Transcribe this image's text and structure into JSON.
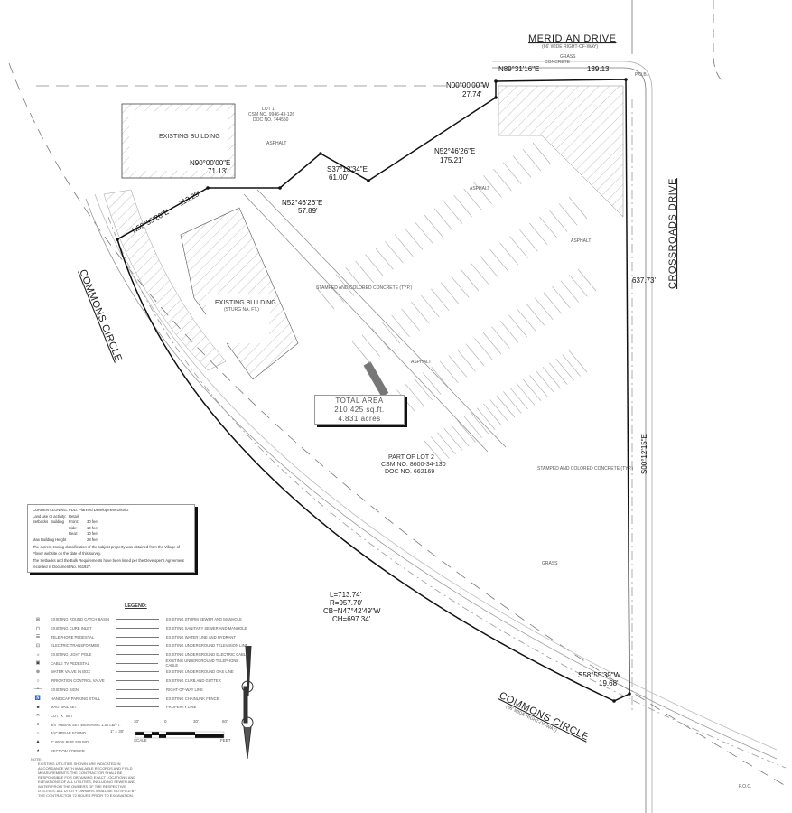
{
  "streets": {
    "meridian": "MERIDIAN DRIVE",
    "meridian_row": "(66' WIDE RIGHT-OF-WAY)",
    "commons_left": "COMMONS CIRCLE",
    "commons_bottom": "COMMONS CIRCLE",
    "commons_row": "(66' WIDE RIGHT-OF-WAY)",
    "crossroads": "CROSSROADS DRIVE"
  },
  "bearings": {
    "top": "N89°31'16\"E",
    "top_dist": "139.13'",
    "n00": "N00°00'00\"W",
    "n00_dist": "27.74'",
    "ne1": "N52°46'26\"E",
    "ne1_dist": "175.21'",
    "s37": "S37°13'34\"E",
    "s37_dist": "61.00'",
    "ne2": "N52°46'26\"E",
    "ne2_dist": "57.89'",
    "n90": "N90°00'00\"E",
    "n90_dist": "71.13'",
    "n59": "N59°35'26\"E",
    "n59_dist": "113.29'",
    "east": "S00°12'15\"E",
    "east_dist": "637.73'",
    "s58": "S58°55'39\"W",
    "s58_dist": "19.68'",
    "curve_l": "L=713.74'",
    "curve_r": "R=957.70'",
    "curve_cb": "CB=N47°42'49\"W",
    "curve_ch": "CH=697.34'"
  },
  "labels": {
    "pob": "P.O.B.",
    "poc": "P.O.C.",
    "building1": "EXISTING BUILDING",
    "building2": "EXISTING BUILDING",
    "building2_sub": "(STURG NA. FT.)",
    "lot1": "LOT 1",
    "lot1_csm": "CSM NO. 9946-43-126",
    "lot1_doc": "DOC NO. 744550",
    "lot2": "PART OF LOT 2",
    "lot2_csm": "CSM NO. 8600-34-130",
    "lot2_doc": "DOC NO. 662169",
    "asphalt": "ASPHALT",
    "concrete": "CONCRETE",
    "grass": "GRASS",
    "stamped": "STAMPED AND COLORED CONCRETE (TYP.)"
  },
  "total_area": {
    "title": "TOTAL AREA",
    "sqft": "210,425 sq.ft.",
    "acres": "4.831 acres"
  },
  "zoning": {
    "current_label": "CURRENT ZONING:",
    "current": "PDD: Planned Development District",
    "landuse_label": "Land use or activity:",
    "landuse": "Retail",
    "setbacks_label": "Setbacks",
    "building_label": "Building",
    "front_label": "Front:",
    "front": "30 feet",
    "side_label": "Side:",
    "side": "10 feet",
    "rear_label": "Rear:",
    "rear": "10 feet",
    "height_label": "Max Building Height",
    "height": "28 feet",
    "note1": "The current zoning classification of the subject property was obtained from the Village of Plover website on the date of this survey.",
    "note2": "The Setbacks and the Bulk Requirements have been listed per the Developer's Agreement recorded in Document No. 661927."
  },
  "legend": {
    "title": "LEGEND:",
    "left": [
      {
        "sym": "⊞",
        "label": "EXISTING ROUND CATCH BASIN"
      },
      {
        "sym": "⊓",
        "label": "EXISTING CURB INLET"
      },
      {
        "sym": "☰",
        "label": "TELEPHONE PEDESTAL"
      },
      {
        "sym": "⊡",
        "label": "ELECTRIC TRANSFORMER"
      },
      {
        "sym": "☼",
        "label": "EXISTING LIGHT POLE"
      },
      {
        "sym": "▣",
        "label": "CABLE TV PEDESTAL"
      },
      {
        "sym": "⊗",
        "label": "WATER VALVE IN BOX"
      },
      {
        "sym": "○",
        "label": "IRRIGATION CONTROL VALVE"
      },
      {
        "sym": "─•─",
        "label": "EXISTING SIGN"
      },
      {
        "sym": "♿",
        "label": "HANDICAP PARKING STALL"
      },
      {
        "sym": "■",
        "label": "MAG NAIL SET"
      },
      {
        "sym": "✕",
        "label": "CUT \"X\" SET"
      },
      {
        "sym": "●",
        "label": "3/4\" REBAR SET WEIGHING 1.50 LB/FT."
      },
      {
        "sym": "○",
        "label": "3/4\" REBAR FOUND"
      },
      {
        "sym": "▲",
        "label": "1\" IRON PIPE FOUND"
      },
      {
        "sym": "◕",
        "label": "SECTION CORNER"
      }
    ],
    "right": [
      {
        "label": "EXISTING STORM SEWER AND MANHOLE"
      },
      {
        "label": "EXISTING SANITARY SEWER AND MANHOLE"
      },
      {
        "label": "EXISTING WATER LINE AND HYDRANT"
      },
      {
        "label": "EXISTING UNDERGROUND TELEVISION LINE"
      },
      {
        "label": "EXISTING UNDERGROUND ELECTRIC CABLE"
      },
      {
        "label": "EXISTING UNDERGROUND TELEPHONE CABLE"
      },
      {
        "label": "EXISTING UNDERGROUND GAS LINE"
      },
      {
        "label": "EXISTING CURB AND GUTTER"
      },
      {
        "label": "RIGHT-OF-WAY LINE"
      },
      {
        "label": "EXISTING CHAINLINK FENCE"
      },
      {
        "label": "PROPERTY LINE"
      }
    ]
  },
  "scale": {
    "ratio": "1\" = 30'",
    "t0": "30'",
    "t1": "0",
    "t2": "30'",
    "t3": "60'",
    "scale_label": "SCALE",
    "feet_label": "FEET"
  },
  "note": {
    "title": "NOTE:",
    "text": "EXISTING UTILITIES SHOWN ARE INDICATED IN ACCORDANCE WITH AVAILABLE RECORDS AND FIELD MEASUREMENTS. THE CONTRACTOR SHALL BE RESPONSIBLE FOR OBTAINING EXACT LOCATIONS AND ELEVATIONS OF ALL UTILITIES, INCLUDING SEWER AND WATER FROM THE OWNERS OF THE RESPECTIVE UTILITIES. ALL UTILITY OWNERS SHALL BE NOTIFIED BY THE CONTRACTOR 72 HOURS PRIOR TO EXCAVATION."
  }
}
